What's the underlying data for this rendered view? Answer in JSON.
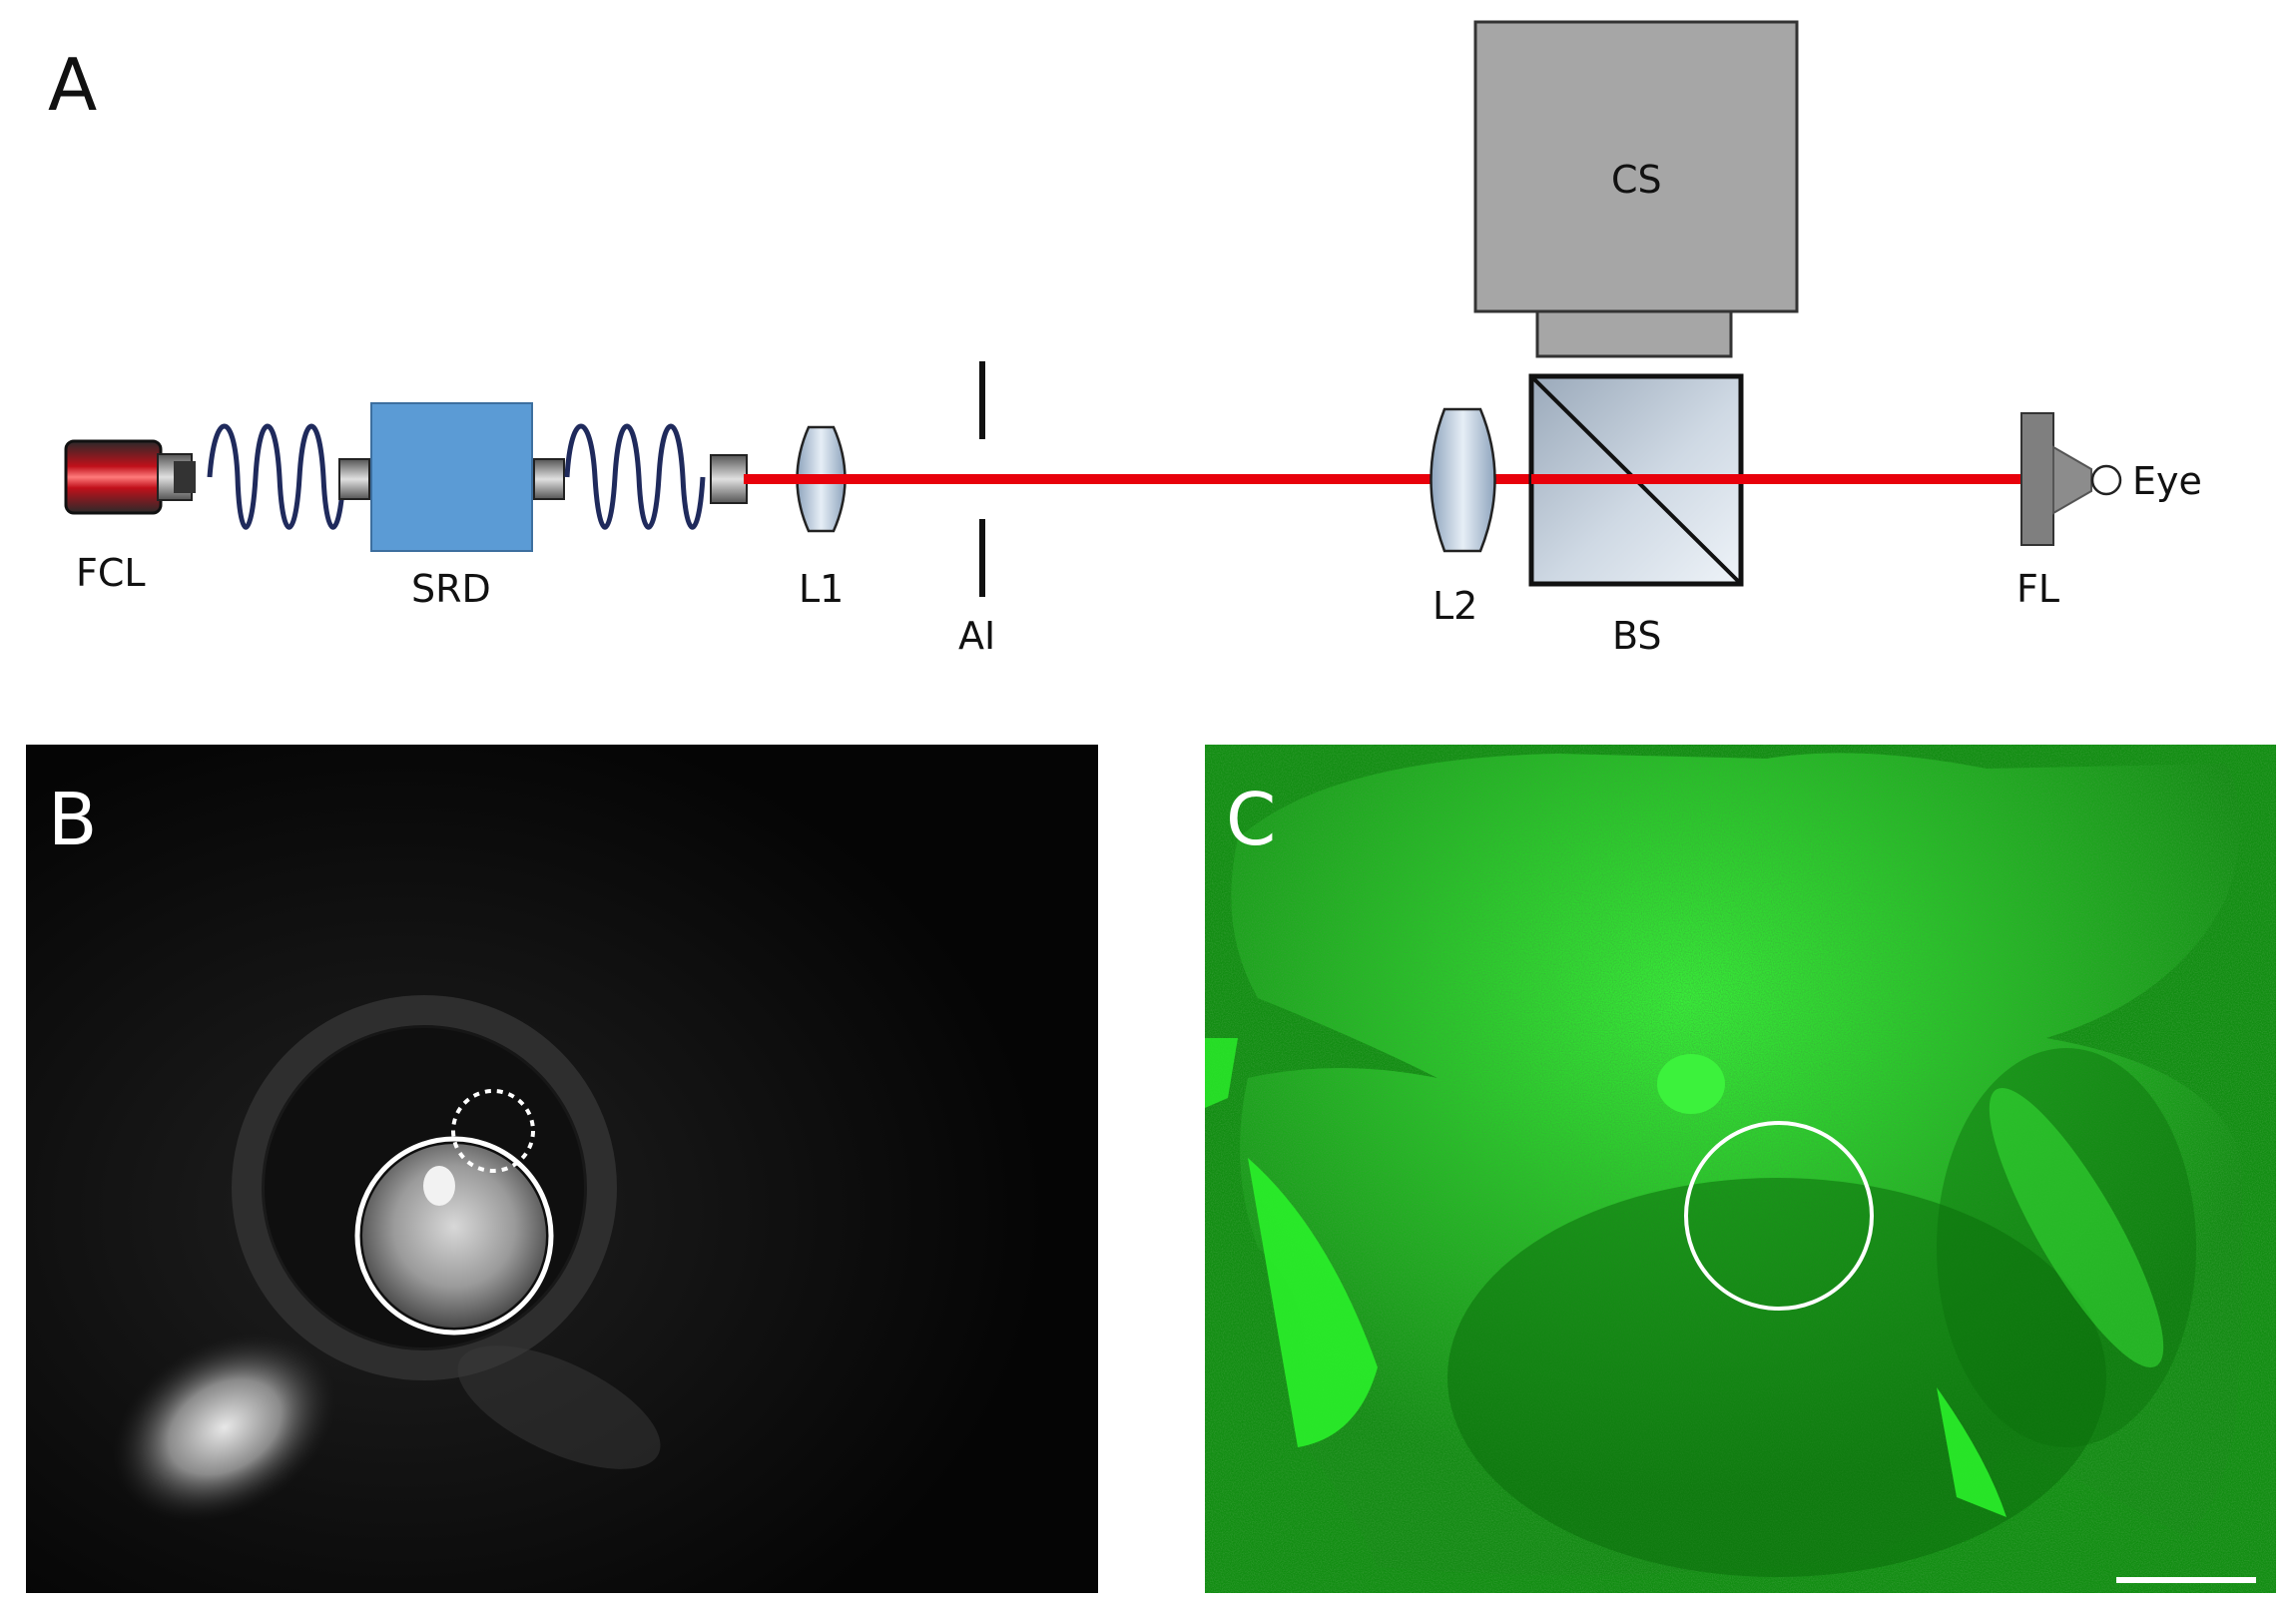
{
  "panels": {
    "A": {
      "letter": "A",
      "components": {
        "fcl": "FCL",
        "srd": "SRD",
        "l1": "L1",
        "ai": "AI",
        "l2": "L2",
        "bs": "BS",
        "cs": "CS",
        "fl": "FL",
        "eye": "Eye"
      }
    },
    "B": {
      "letter": "B"
    },
    "C": {
      "letter": "C"
    }
  },
  "colors": {
    "laser_beam": "#e8000b",
    "srd_box": "#5b9bd5",
    "camera": "#a6a6a6",
    "fiber_coil": "#1f2a5c",
    "retina_green": "#17c217"
  }
}
